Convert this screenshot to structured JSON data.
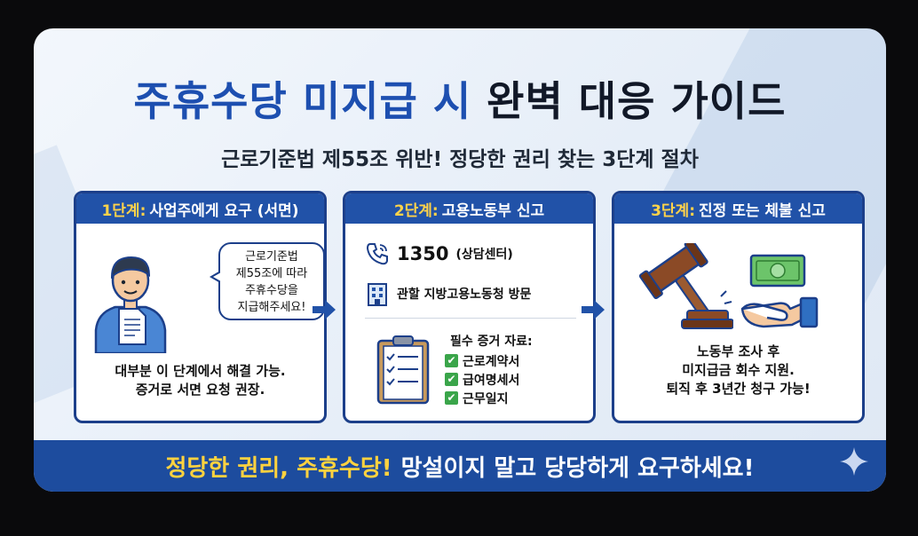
{
  "title": {
    "highlight": "주휴수당 미지급 시",
    "rest": "완벽 대응 가이드"
  },
  "subtitle": "근로기준법 제55조 위반! 정당한 권리 찾는 3단계 절차",
  "steps": [
    {
      "number": "1단계:",
      "title": "사업주에게 요구 (서면)",
      "bubble": [
        "근로기준법",
        "제55조에 따라",
        "주휴수당을",
        "지급해주세요!"
      ],
      "description": [
        "대부분 이 단계에서 해결 가능.",
        "증거로 서면 요청 권장."
      ]
    },
    {
      "number": "2단계:",
      "title": "고용노동부 신고",
      "phone": "1350",
      "phone_sub": "(상담센터)",
      "visit": "관할 지방고용노동청 방문",
      "evidence_title": "필수 증거 자료:",
      "evidence": [
        "근로계약서",
        "급여명세서",
        "근무일지"
      ]
    },
    {
      "number": "3단계:",
      "title": "진정 또는 체불 신고",
      "description": [
        "노동부 조사 후",
        "미지급금 회수 지원.",
        "퇴직 후 3년간 청구 가능!"
      ]
    }
  ],
  "banner": {
    "highlight": "정당한 권리, 주휴수당!",
    "rest": "망설이지 말고 당당하게 요구하세요!"
  },
  "colors": {
    "primary": "#1d4fb0",
    "banner": "#1d4c9e",
    "accent": "#ffd23f",
    "check": "#3aa54a"
  },
  "icons": [
    "worker-icon",
    "document-icon",
    "phone-icon",
    "building-icon",
    "clipboard-icon",
    "gavel-icon",
    "money-icon",
    "hand-icon",
    "arrow-right-icon",
    "sparkle-icon"
  ]
}
